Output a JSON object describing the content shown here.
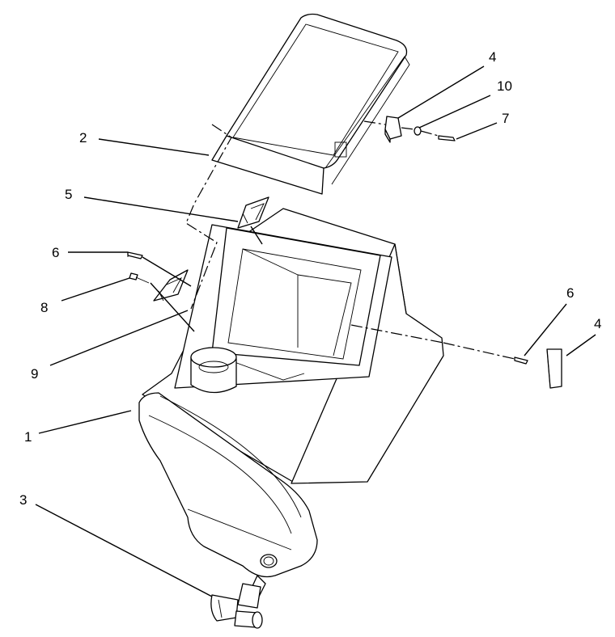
{
  "callouts": [
    {
      "id": "1",
      "label": "1"
    },
    {
      "id": "2",
      "label": "2"
    },
    {
      "id": "3",
      "label": "3"
    },
    {
      "id": "4a",
      "label": "4"
    },
    {
      "id": "4b",
      "label": "4"
    },
    {
      "id": "5",
      "label": "5"
    },
    {
      "id": "6a",
      "label": "6"
    },
    {
      "id": "6b",
      "label": "6"
    },
    {
      "id": "7",
      "label": "7"
    },
    {
      "id": "8",
      "label": "8"
    },
    {
      "id": "9",
      "label": "9"
    },
    {
      "id": "10",
      "label": "10"
    }
  ],
  "colors": {
    "line": "#000000",
    "background": "#ffffff"
  }
}
